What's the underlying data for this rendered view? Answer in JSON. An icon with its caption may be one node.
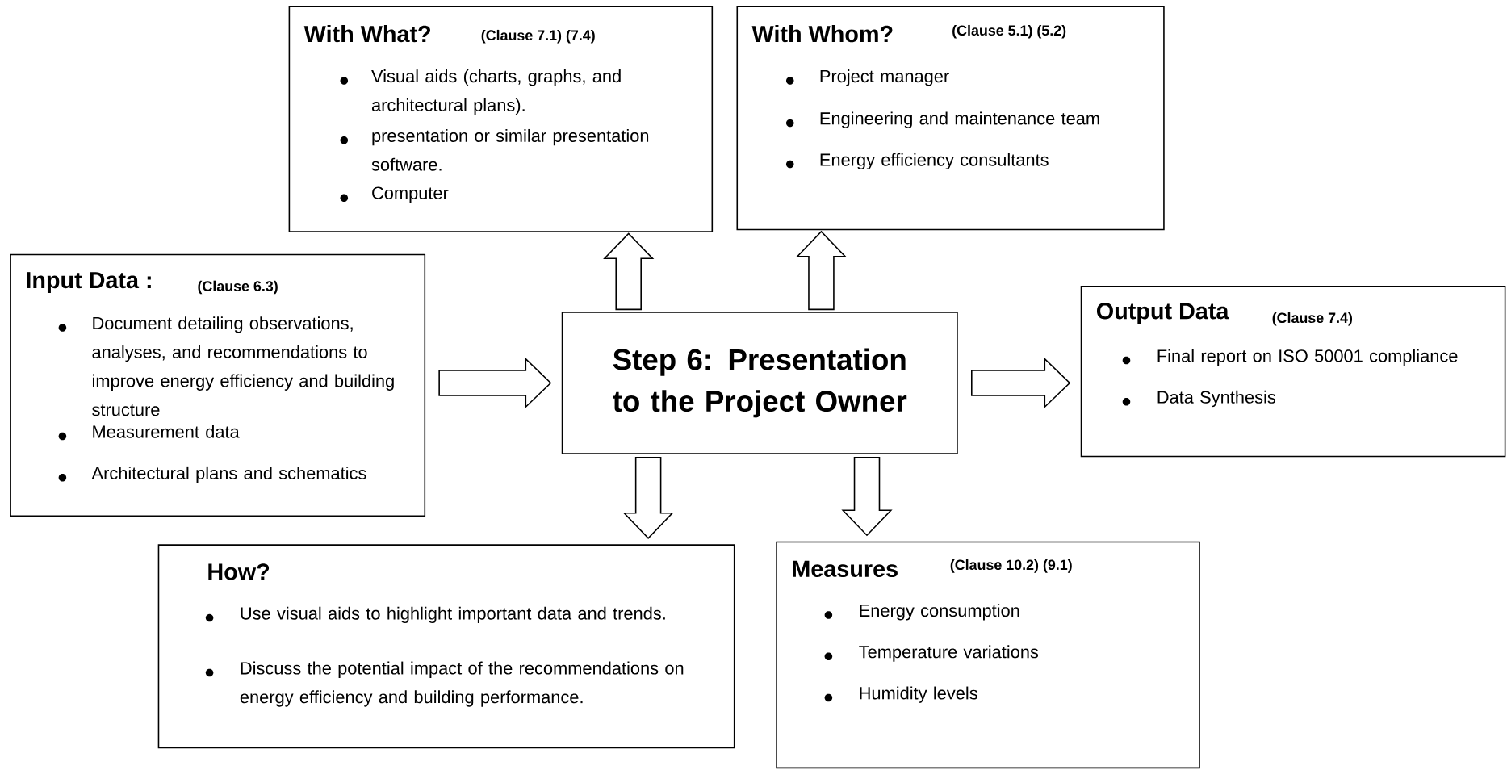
{
  "diagram": {
    "nodes": [
      {
        "text": [
          "With What?",
          "(Clause 7.1) (7.4)",
          "Visual aids (charts, graphs, and architectural plans).",
          "presentation or similar presentation software.",
          "Computer"
        ]
      },
      {
        "text": [
          "With Whom?",
          "(Clause 5.1) (5.2)",
          "Project manager",
          "Engineering and maintenance team",
          "Energy efficiency consultants"
        ]
      },
      {
        "text": [
          "Input Data :",
          "(Clause 6.3)",
          "Document detailing observations, analyses, and recommendations to improve energy efficiency and building structure",
          "Measurement data",
          "Architectural plans and schematics"
        ]
      },
      {
        "text": [
          "Step 6: Presentation to the Project Owner"
        ]
      },
      {
        "text": [
          "Output Data",
          "(Clause 7.4)",
          "Final report on ISO 50001 compliance",
          "Data Synthesis"
        ]
      },
      {
        "text": [
          "How?",
          "Use visual aids to highlight important data and trends.",
          "Discuss the potential impact of the recommendations on energy efficiency and building performance."
        ]
      },
      {
        "text": [
          "Measures",
          "(Clause 10.2) (9.1)",
          "Energy consumption",
          "Temperature variations",
          "Humidity levels"
        ]
      }
    ],
    "edges": [
      {
        "from": 2,
        "to": 3,
        "arrow": "to"
      },
      {
        "from": 3,
        "to": 0,
        "arrow": "to"
      },
      {
        "from": 3,
        "to": 1,
        "arrow": "to"
      },
      {
        "from": 3,
        "to": 4,
        "arrow": "to"
      },
      {
        "from": 3,
        "to": 5,
        "arrow": "to"
      },
      {
        "from": 3,
        "to": 6,
        "arrow": "to"
      }
    ]
  }
}
